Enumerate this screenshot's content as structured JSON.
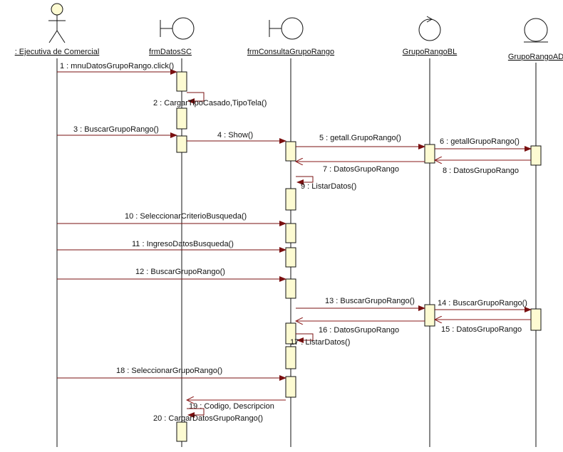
{
  "actors": [
    {
      "id": "a0",
      "name": ": Ejecutiva de Comercial",
      "kind": "actor"
    },
    {
      "id": "a1",
      "name": "frmDatosSC",
      "kind": "boundary"
    },
    {
      "id": "a2",
      "name": "frmConsultaGrupoRango",
      "kind": "boundary"
    },
    {
      "id": "a3",
      "name": "GrupoRangoBL",
      "kind": "control"
    },
    {
      "id": "a4",
      "name": "GrupoRangoAD",
      "kind": "entity"
    }
  ],
  "messages": [
    {
      "num": "1",
      "text": "mnuDatosGrupoRango.click()",
      "from": "a0",
      "to": "a1",
      "type": "call"
    },
    {
      "num": "2",
      "text": "CargarTipoCasado,TipoTela()",
      "from": "a1",
      "to": "a1",
      "type": "self"
    },
    {
      "num": "3",
      "text": "BuscarGrupoRango()",
      "from": "a0",
      "to": "a1",
      "type": "call"
    },
    {
      "num": "4",
      "text": "Show()",
      "from": "a1",
      "to": "a2",
      "type": "call"
    },
    {
      "num": "5",
      "text": "getall.GrupoRango()",
      "from": "a2",
      "to": "a3",
      "type": "call"
    },
    {
      "num": "6",
      "text": "getallGrupoRango()",
      "from": "a3",
      "to": "a4",
      "type": "call"
    },
    {
      "num": "7",
      "text": "DatosGrupoRango",
      "from": "a3",
      "to": "a2",
      "type": "return"
    },
    {
      "num": "8",
      "text": "DatosGrupoRango",
      "from": "a4",
      "to": "a3",
      "type": "return"
    },
    {
      "num": "9",
      "text": "ListarDatos()",
      "from": "a2",
      "to": "a2",
      "type": "self"
    },
    {
      "num": "10",
      "text": "SeleccionarCriterioBusqueda()",
      "from": "a0",
      "to": "a2",
      "type": "call"
    },
    {
      "num": "11",
      "text": "IngresoDatosBusqueda()",
      "from": "a0",
      "to": "a2",
      "type": "call"
    },
    {
      "num": "12",
      "text": "BuscarGrupoRango()",
      "from": "a0",
      "to": "a2",
      "type": "call"
    },
    {
      "num": "13",
      "text": "BuscarGrupoRango()",
      "from": "a2",
      "to": "a3",
      "type": "call"
    },
    {
      "num": "14",
      "text": "BuscarGrupoRango()",
      "from": "a3",
      "to": "a4",
      "type": "call"
    },
    {
      "num": "15",
      "text": "DatosGrupoRango",
      "from": "a4",
      "to": "a3",
      "type": "return"
    },
    {
      "num": "16",
      "text": "DatosGrupoRango",
      "from": "a3",
      "to": "a2",
      "type": "return"
    },
    {
      "num": "17",
      "text": "ListarDatos()",
      "from": "a2",
      "to": "a2",
      "type": "self"
    },
    {
      "num": "18",
      "text": "SeleccionarGrupoRango()",
      "from": "a0",
      "to": "a2",
      "type": "call"
    },
    {
      "num": "19",
      "text": "Codigo, Descripcion",
      "from": "a2",
      "to": "a1",
      "type": "return"
    },
    {
      "num": "20",
      "text": "CargarDatosGrupoRango()",
      "from": "a1",
      "to": "a1",
      "type": "self"
    }
  ],
  "colors": {
    "line": "#111111",
    "activation_fill": "#fdfbd2",
    "message_arrow": "#7a1010",
    "return_arrow": "#8a1a1a"
  }
}
